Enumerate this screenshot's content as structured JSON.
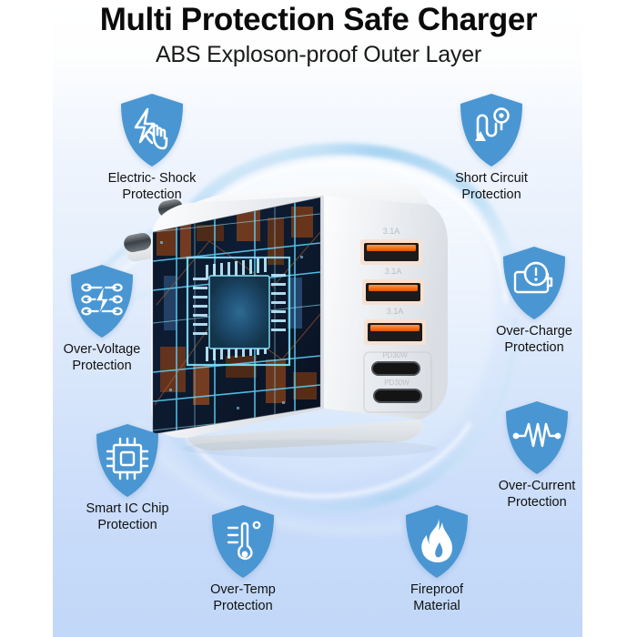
{
  "header": {
    "title": "Multi Protection Safe Charger",
    "subtitle": "ABS Exploson-proof Outer Layer"
  },
  "theme": {
    "shield_blue": "#4a96d2",
    "shield_blue_dark": "#3f8ac8",
    "background_top": "#ffffff",
    "background_bottom": "#c2d8f8",
    "text_color": "#111111",
    "port_orange": "#f26a21"
  },
  "features": [
    {
      "id": "electric-shock",
      "line1": "Electric- Shock",
      "line2": "Protection",
      "icon": "hand-lightning-icon"
    },
    {
      "id": "short-circuit",
      "line1": "Short Circuit",
      "line2": "Protection",
      "icon": "circuit-path-icon"
    },
    {
      "id": "over-voltage",
      "line1": "Over-Voltage",
      "line2": "Protection",
      "icon": "voltage-bolt-icon"
    },
    {
      "id": "over-charge",
      "line1": "Over-Charge",
      "line2": "Protection",
      "icon": "battery-alert-icon"
    },
    {
      "id": "smart-ic-chip",
      "line1": "Smart IC Chip",
      "line2": "Protection",
      "icon": "microchip-icon"
    },
    {
      "id": "over-current",
      "line1": "Over-Current",
      "line2": "Protection",
      "icon": "resistor-wave-icon"
    },
    {
      "id": "over-temp",
      "line1": "Over-Temp",
      "line2": "Protection",
      "icon": "thermometer-icon"
    },
    {
      "id": "fireproof",
      "line1": "Fireproof",
      "line2": "Material",
      "icon": "flame-icon"
    }
  ],
  "product": {
    "name": "wall-charger",
    "plug_type": "EU two-round-prong",
    "face_graphic": "circuit-board-chip",
    "usb_a_ports": [
      {
        "label": "3.1A"
      },
      {
        "label": "3.1A"
      },
      {
        "label": "3.1A"
      }
    ],
    "usb_c_ports": [
      {
        "label": "PD30W"
      },
      {
        "label": "PD30W"
      }
    ]
  }
}
